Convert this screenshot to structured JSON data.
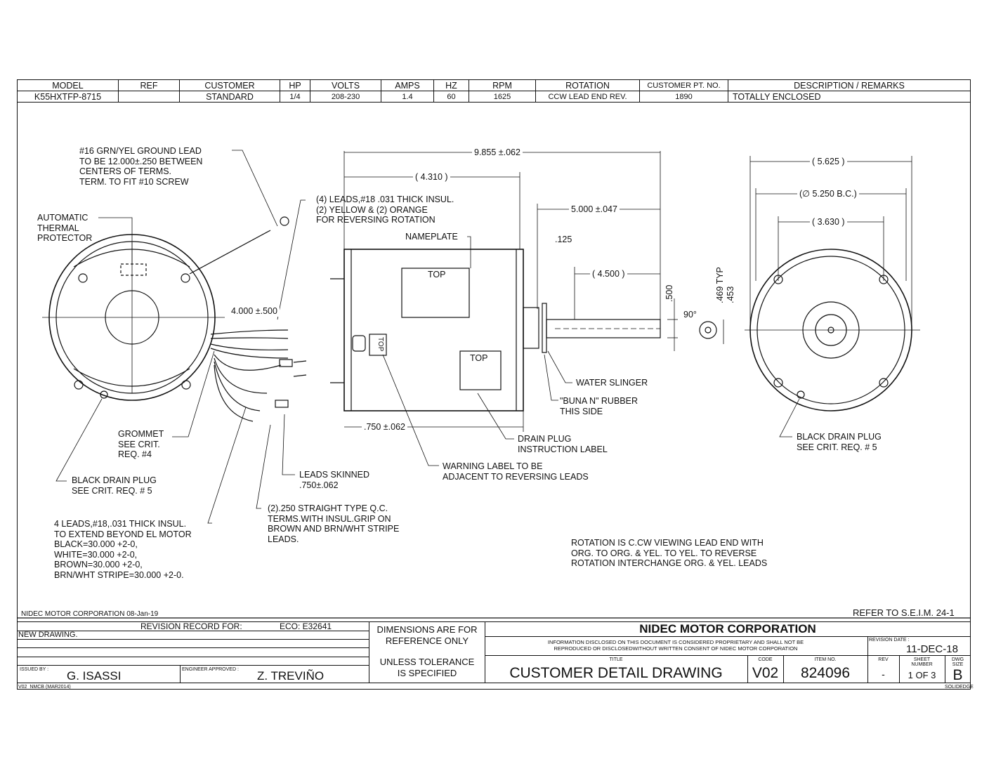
{
  "header": {
    "columns": [
      "MODEL",
      "REF",
      "CUSTOMER",
      "HP",
      "VOLTS",
      "AMPS",
      "HZ",
      "RPM",
      "ROTATION",
      "CUSTOMER PT. NO.",
      "DESCRIPTION / REMARKS"
    ],
    "values": [
      "K55HXTFP-8715",
      "",
      "STANDARD",
      "1/4",
      "208-230",
      "1.4",
      "60",
      "1625",
      "CCW LEAD END REV.",
      "1890",
      "TOTALLY ENCLOSED"
    ]
  },
  "annotations": {
    "ground_lead": "#16 GRN/YEL GROUND LEAD\nTO BE 12.000±.250 BETWEEN\nCENTERS OF TERMS.\nTERM. TO FIT #10 SCREW",
    "thermal": "AUTOMATIC\nTHERMAL\nPROTECTOR",
    "leads4": "(4) LEADS,#18 .031 THICK INSUL.\n(2) YELLOW & (2) ORANGE\nFOR REVERSING ROTATION",
    "nameplate": "NAMEPLATE",
    "top1": "TOP",
    "top2": "TOP",
    "top3": "TOP",
    "grommet": "GROMMET\nSEE CRIT.\nREQ. #4",
    "black_drain_left": "BLACK DRAIN PLUG\nSEE CRIT. REQ. # 5",
    "leads_skinned": "LEADS SKINNED\n.750±.062",
    "qc_terms": "(2).250 STRAIGHT TYPE Q.C.\nTERMS.WITH INSUL.GRIP ON\nBROWN AND BRN/WHT STRIPE\nLEADS.",
    "leads_extend": "4 LEADS,#18,.031 THICK INSUL.\nTO EXTEND BEYOND EL MOTOR\nBLACK=30.000 +2-0,\nWHITE=30.000 +2-0,\nBROWN=30.000 +2-0,\nBRN/WHT STRIPE=30.000 +2-0.",
    "warning_label": "WARNING LABEL TO BE\nADJACENT TO REVERSING LEADS",
    "drain_plug_label": "DRAIN PLUG\nINSTRUCTION LABEL",
    "water_slinger": "WATER SLINGER",
    "buna": "\"BUNA N\" RUBBER\nTHIS SIDE",
    "black_drain_right": "BLACK DRAIN PLUG\nSEE CRIT. REQ. # 5",
    "rotation_note": "ROTATION IS C.CW VIEWING LEAD END WITH\nORG. TO ORG. & YEL. TO YEL. TO REVERSE\nROTATION INTERCHANGE ORG. & YEL. LEADS",
    "refer": "REFER TO S.E.I.M. 24-1"
  },
  "dimensions": {
    "overall": "9.855 ±.062",
    "body": "( 4.310 )",
    "shaft": "5.000 ±.047",
    "shaft_flat": "( 4.500 )",
    "shoulder": ".125",
    "lead_len": "4.000 ±.500",
    "lead_skin": ".750 ±.062",
    "d500": ".500",
    "d90": "90°",
    "d469": ".469 TYP",
    "d453": ".453",
    "od": "( 5.625 )",
    "bc": "(∅ 5.250 B.C.)",
    "pilot": "( 3.630 )"
  },
  "title_block": {
    "company_date": "NIDEC MOTOR CORPORATION 08-Jan-19",
    "revision_record": "REVISION RECORD FOR:",
    "eco": "ECO: E32641",
    "revision_note": "NEW DRAWING.",
    "issued_by_label": "ISSUED BY :",
    "issued_by": "G. ISASSI",
    "engineer_label": "ENGINEER APPROVED :",
    "engineer": "Z. TREVIÑO",
    "dimensions_note": "DIMENSIONS ARE FOR\nREFERENCE ONLY",
    "tolerance_note": "UNLESS TOLERANCE\nIS SPECIFIED",
    "company": "NIDEC MOTOR CORPORATION",
    "proprietary": "INFORMATION DISCLOSED ON THIS DOCUMENT IS CONSIDERED PROPRIETARY AND SHALL NOT BE\nREPRODUCED OR DISCLOSEDWITHOUT WRITTEN CONSENT OF NIDEC MOTOR CORPORATION",
    "revision_date_label": "REVISION DATE :",
    "revision_date": "11-DEC-18",
    "title_label": "TITLE",
    "title": "CUSTOMER  DETAIL  DRAWING",
    "code_label": "CODE",
    "code": "V02",
    "item_label": "ITEM NO.",
    "item": "824096",
    "rev_label": "REV",
    "rev": "-",
    "sheet_label": "SHEET\nNUMBER",
    "sheet": "1  OF  3",
    "size_label": "DWG\nSIZE",
    "size": "B",
    "form_code": "V02_NMCB (MAR2014)",
    "software": "SOLIDEDGE"
  }
}
